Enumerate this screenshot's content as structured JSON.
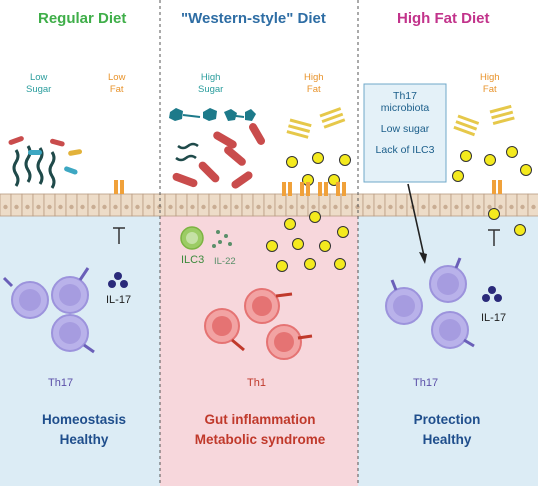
{
  "panels": [
    {
      "title": "Regular Diet",
      "sugar_label": [
        "Low",
        "Sugar"
      ],
      "fat_label": [
        "Low",
        "Fat"
      ],
      "cytokine": "IL-17",
      "cell": "Th17",
      "outcome": [
        "Homeostasis",
        "Healthy"
      ]
    },
    {
      "title": "\"Western-style\" Diet",
      "sugar_label": [
        "High",
        "Sugar"
      ],
      "fat_label": [
        "High",
        "Fat"
      ],
      "ilc": "ILC3",
      "cytokine": "IL-22",
      "cell": "Th1",
      "outcome": [
        "Gut inflammation",
        "Metabolic syndrome"
      ]
    },
    {
      "title": "High Fat Diet",
      "box": [
        "Th17",
        "microbiota",
        "Low sugar",
        "Lack of ILC3"
      ],
      "fat_label": [
        "High",
        "Fat"
      ],
      "cytokine": "IL-17",
      "cell": "Th17",
      "outcome": [
        "Protection",
        "Healthy"
      ]
    }
  ],
  "colors": {
    "regular_title": "#3fae49",
    "western_title": "#2e6da4",
    "highfat_title": "#c2338b",
    "sugar_label": "#2a9d9d",
    "fat_label": "#e8932b",
    "lumen_bg": "#dcecf5",
    "inflamed_bg": "#f7d7dc",
    "outcome_text": "#1f4e8c",
    "inflamed_text": "#c0392b",
    "th17_cell": "#b9b2ea",
    "th1_cell": "#e57373",
    "fat_droplet": "#f4ea1e"
  }
}
